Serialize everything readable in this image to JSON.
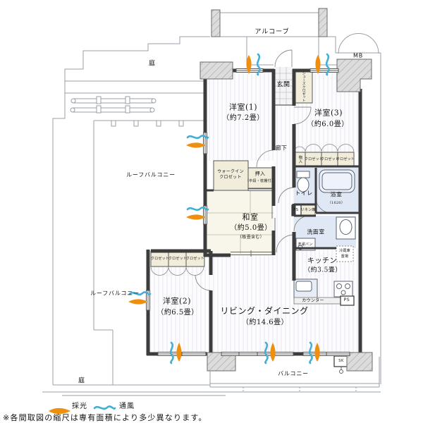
{
  "footnote": "※各間取図の縮尺は専有面積により多少異なります。",
  "legend": {
    "daylight": "採光",
    "ventilation": "通風"
  },
  "exterior": {
    "alcove": "アルコーブ",
    "meter_box": "MB",
    "garden_upper": "庭",
    "garden_lower": "庭",
    "roof_balcony_upper": "ルーフバルコニー",
    "roof_balcony_lower": "ルーフバルコニー",
    "balcony": "バルコニー",
    "slop_sink": "SK"
  },
  "rooms": {
    "western1": {
      "name": "洋室(1)",
      "size": "（約7.2畳）"
    },
    "western2": {
      "name": "洋室(2)",
      "size": "（約6.5畳）"
    },
    "western3": {
      "name": "洋室(3)",
      "size": "（約6.0畳）"
    },
    "japanese": {
      "name": "和室",
      "size": "（約5.0畳）",
      "note": "（板畳含む）"
    },
    "living_dining": {
      "name": "リビング・ダイニング",
      "size": "（約14.6畳）"
    },
    "kitchen": {
      "name": "キッチン",
      "size": "（約3.5畳）"
    },
    "entrance": {
      "name": "玄関"
    },
    "hallway": {
      "name": "廊下"
    },
    "toilet": {
      "name": "トイレ"
    },
    "bathroom": {
      "name": "浴室",
      "size": "（1620）"
    },
    "washroom": {
      "name": "洗面室"
    }
  },
  "storage": {
    "shoes_closet": "シューズクロゼット",
    "closet": "クロゼット",
    "storage_small": "物入",
    "walkin_line1": "ウォークイン",
    "walkin_line2": "クロゼット",
    "oshiire": "押入",
    "oshiire_note": "（中段・枕棚付）",
    "linen": "リネン庫"
  },
  "equipment": {
    "laundry_pan": "洗濯パン",
    "fridge_line1": "冷蔵庫",
    "fridge_line2": "置場",
    "counter": "カウンター",
    "pipe_space_hall": "PS",
    "pipe_space_kitchen": "PS"
  },
  "colors": {
    "daylight_arrow": "#ef8f0e",
    "ventilation_wave": "#45aed6",
    "wet_area": "#dfe8f4",
    "closet_fill": "#f2edda",
    "wall": "#3c3c3c",
    "tatami": "#f8f6ea"
  }
}
